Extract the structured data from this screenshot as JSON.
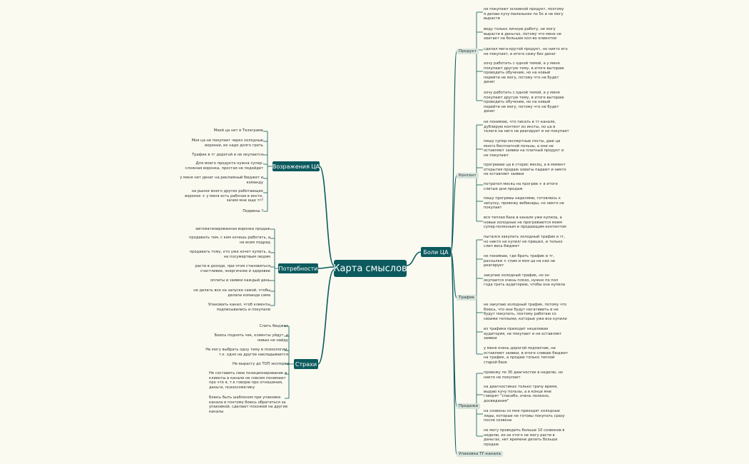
{
  "root": {
    "label": "Карта смыслов"
  },
  "right": {
    "label": "Боли ЦА",
    "groups": [
      {
        "label": "Продукт",
        "items": [
          "не покупают основной продукт, поэтому\nя делаю кучу маленьких по 5к и не могу\nвырасти",
          "веду только личную работу, не могу\nвырасти в деньгах, потому что мене не\nхватает на большее кол-во клиентов",
          "сделал мега-крутой продукт, но никто его\nне покупает, в итоге сижу без денег",
          "хочу работать с одной темой, а у меня\nпокупают другую тему, в итоге вытораю\nпроводить обучение, но на новый\nперейти не могу, потому что не будет\nденег",
          "хочу работать с одной темой, а у меня\nпокупают другую тему, в итоге вытораю\nпроводить обучение, но на новый\nперейти не могу, потому что не будет\nденег"
        ]
      },
      {
        "label": "Контент",
        "items": [
          "не понимаю, что писать в тг-канале,\nдублирую контент из инсты, но ца в\nтелеге на него не реагирует и не покупает",
          "пишу супер-экспертные посты, даю ца\nмного бесплатной пользы, а они не\nоставляют заявки на платный продукт и\nне покупают",
          "прогреваю ца в сторис месяц, а в момент\nоткрытия продаж охваты падают и никто\nне оставляет заявки",
          "потратил месяц на прогрев + в итоге\nслитые дни продаж",
          "пишу прогревы неделями, готовлюсь к\nзапуску, провожу вебинары, но никто не\nпокупает",
          "вся теплая база в канале уже купила, а\nновые холодные не прогреваются моим\nсупер-полезным и продающим контентом"
        ]
      },
      {
        "label": "Трафик",
        "items": [
          "пытался закупать холодный трафик в тг,\nно никто не купил/ не пришел, и только\nслил весь бюджет",
          "не понимаю, где брать трафик в тг,\nрассылки + спам и моя ца на них не\nреагирует",
          "закупаю холодный трафик, но он\nокупается очень плохо, нужно по пол\nгода греть аудиторию, чтобы она купила",
          "не закупаю холодный трафик, потому что\nбоюсь, что они будут негативить и не\nбудут покупать, поэтому работаю со\nсвоими теплыми, которые уже все купили",
          "из трафика приходит нецелевая\nаудитория, не покупает и не оставляет\nзаявки",
          "у меня очень дорогой подписчик, не\nоставляют заявки, в итоге сливаю бюджет\nна трафик, а продаю только теплой\nстарой базе"
        ]
      },
      {
        "label": "Продажи",
        "items": [
          "провожу по 30 диагностик в неделю, но\nникто не покупает",
          "на диагностиках только трачу время,\nвыдаю кучу пользы, а в конце мне\nговорят \"спасибо, очень полезно,\nдосвидания\"",
          "на созвоны со мне приходят холодные\nлиды, которые не готовы покупать сразу\nпосле созвона",
          "не могу проводить больше 10 созвонов в\nнеделю, из-за этого не могу расти в\nденьгах, нет времени делать больше\nпродаж"
        ]
      },
      {
        "label": "Упаковка ТГ-канала",
        "items": []
      }
    ]
  },
  "left": [
    {
      "label": "Возражения ЦА",
      "items": [
        "Моей ца нет в Телеграме",
        "Моя ца не покупает через холодные\nворонки, их надо долго греть",
        "Трафик в тг дорогой и не окупается",
        "Для моего продукта нужна супер-\nсложная воронка, простая не подойдет",
        "у меня нет денег на рекламный бюджет и\nкоманду",
        "на рынке много других работающих\nворонок + у меня есть рабочая в инсте,\nзачем мне еще тг?",
        "Подвены ?"
      ]
    },
    {
      "label": "Потребности",
      "items": [
        "автоматизированная воронка продаж",
        "продавать тем, с кем хочешь работать, а\nне всем подряд",
        "продавать тому, кто уже хочет купить, а\nне посумертвым людям",
        "расти в доходе, при этом становиться\nсчастливее, энергичнее и здоровее",
        "оплаты и заявки каждый день",
        "не делать все на запуске самой, чтобы\nделала команда сама",
        "Упаковать канал, чтоб клиенты\nподписывались и покупали"
      ]
    },
    {
      "label": "Страхи",
      "items": [
        "Слить бюджет",
        "Боюсь поднять чек, клиенты уйдут, а\nновых не найду",
        "Не могу выбрать одну тему в психологии,\nт.к. одно на другое накладывается",
        "Не вырасту до ТОП эксперта",
        "Не составить свое позиционирование и\nклиенты в канале не совсем понимают\nпро что я, т.к говорю про отношения,\nденьги, психосоматику",
        "Боюсь быть шаблоном при упаковке\nканала и поэтому боюсь обратиться за\nупаковкой, сделают похожей на другие\nканалы"
      ]
    }
  ]
}
